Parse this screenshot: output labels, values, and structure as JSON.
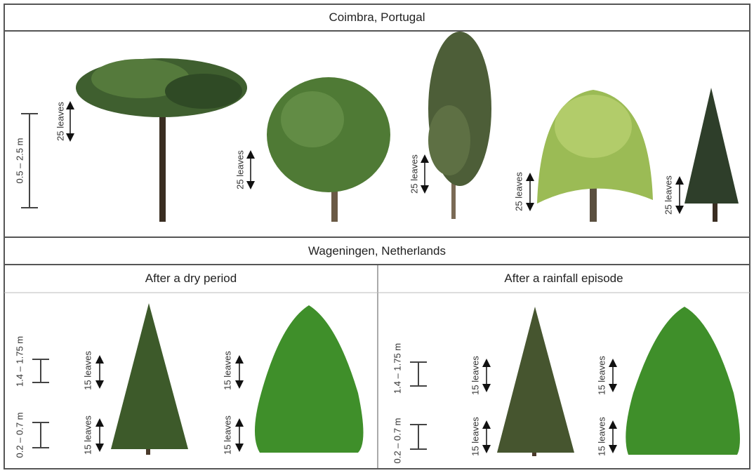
{
  "top_section": {
    "title": "Coimbra, Portugal",
    "height_range": "0.5 – 2.5 m",
    "sample_label": "25 leaves"
  },
  "bottom_section": {
    "title": "Wageningen, Netherlands",
    "left_panel": {
      "title": "After a dry period",
      "upper_range": "1.4 – 1.75 m",
      "lower_range": "0.2 – 0.7 m",
      "sample_label": "15 leaves"
    },
    "right_panel": {
      "title": "After a rainfall episode",
      "upper_range": "1.4 – 1.75 m",
      "lower_range": "0.2 – 0.7 m",
      "sample_label": "15 leaves"
    }
  },
  "colors": {
    "border": "#555555",
    "dark_green": "#3d5a2a",
    "mid_green": "#4f7a35",
    "bright_green": "#3f8f2a",
    "willow": "#9bbb55",
    "trunk": "#4a3a2a"
  }
}
